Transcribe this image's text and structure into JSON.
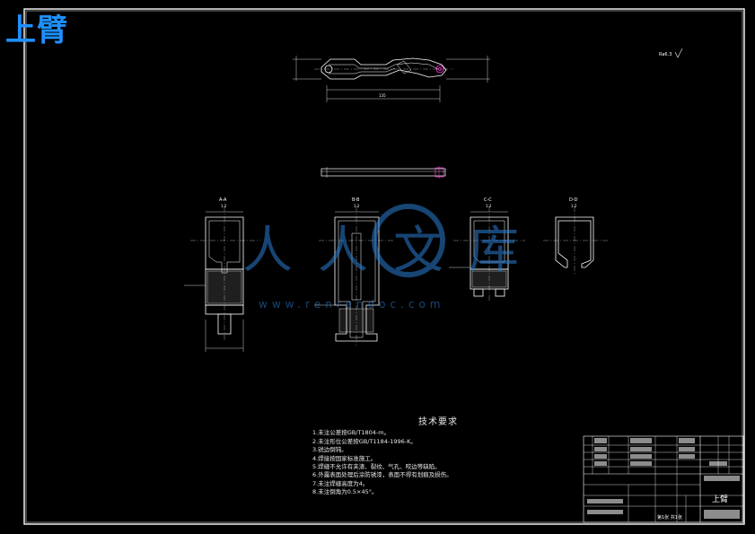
{
  "drawing": {
    "title": "上臂",
    "sections": [
      "A-A",
      "B-B",
      "C-C",
      "D-D"
    ],
    "section_scale": "1:2",
    "dims_top": [
      "135"
    ],
    "roughness_note": "Ra6.3"
  },
  "tech_requirements": {
    "heading": "技术要求",
    "items": [
      "1.未注公差按GB/T1804-m。",
      "2.未注形位公差按GB/T1184-1996-K。",
      "3.锐边倒钝。",
      "4.焊接按国家标准施工。",
      "5.焊缝不允许有夹渣、裂纹、气孔、咬边等缺陷。",
      "6.外露表面处理后涂防锈漆，表面不得有划痕及损伤。",
      "7.未注焊缝高度为4。",
      "8.未注倒角为0.5×45°。"
    ]
  },
  "watermark": {
    "text_cn": "人人文库",
    "url": "www.renrendoc.com"
  },
  "title_block": {
    "part_name": "上臂",
    "sheet_info": "第1张 共1张"
  }
}
